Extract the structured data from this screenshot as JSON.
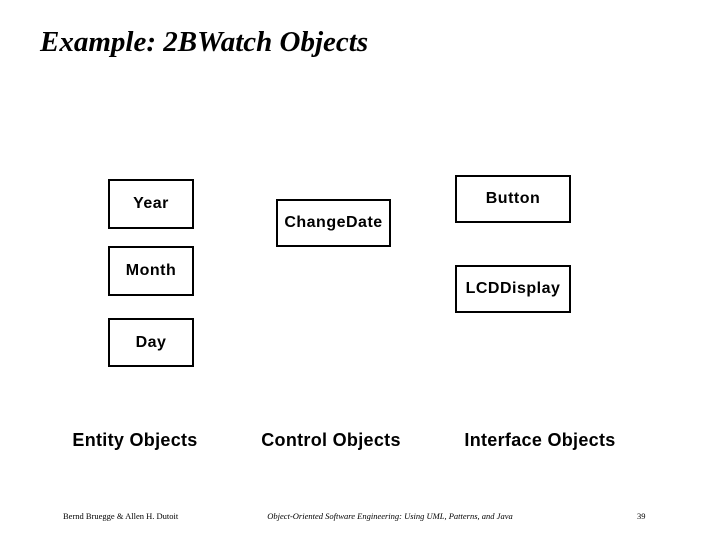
{
  "slide": {
    "title": "Example: 2BWatch Objects",
    "boxes": [
      {
        "id": "year",
        "label": "Year"
      },
      {
        "id": "month",
        "label": "Month"
      },
      {
        "id": "day",
        "label": "Day"
      },
      {
        "id": "changedate",
        "label": "ChangeDate"
      },
      {
        "id": "button",
        "label": "Button"
      },
      {
        "id": "lcddisplay",
        "label": "LCDDisplay"
      }
    ],
    "column_labels": [
      {
        "id": "entity",
        "label": "Entity Objects"
      },
      {
        "id": "control",
        "label": "Control Objects"
      },
      {
        "id": "interface",
        "label": "Interface Objects"
      }
    ],
    "footer": {
      "authors": "Bernd Bruegge & Allen H. Dutoit",
      "book_title": "Object-Oriented Software Engineering: Using UML, Patterns, and Java",
      "page_number": "39"
    },
    "colors": {
      "background": "#ffffff",
      "text": "#000000",
      "box_border": "#000000"
    }
  }
}
